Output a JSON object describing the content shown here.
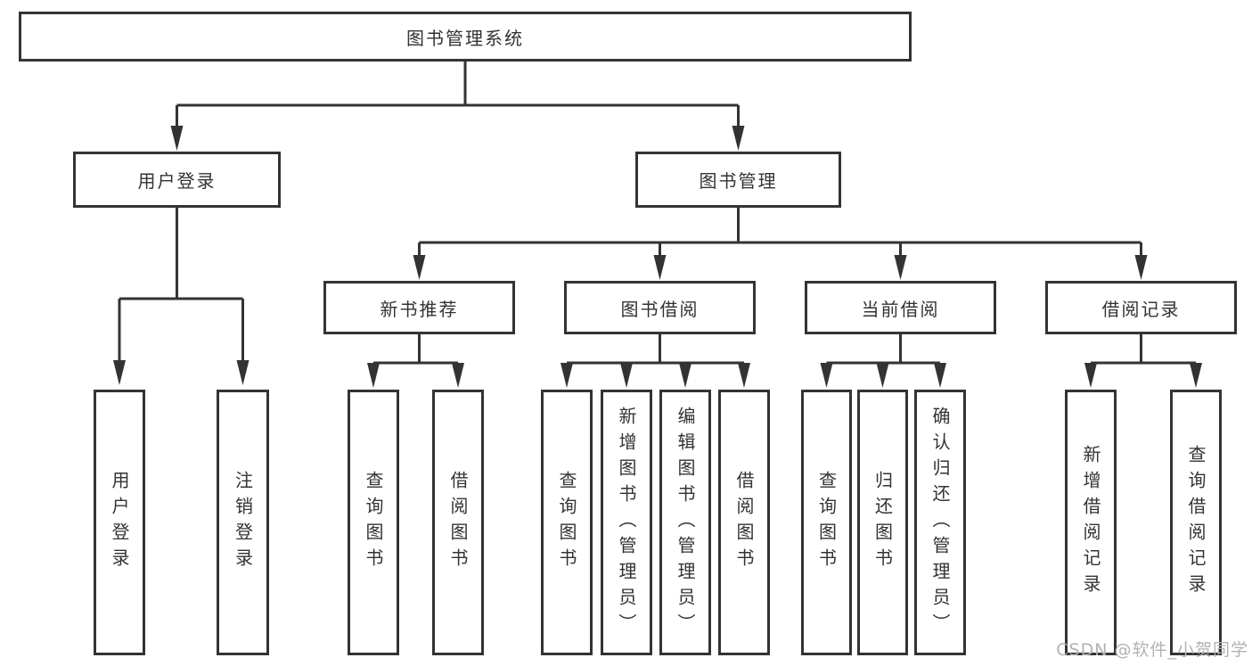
{
  "tree": {
    "label": "图书管理系统",
    "children": [
      {
        "label": "用户登录",
        "children": [
          {
            "label": "用户登录"
          },
          {
            "label": "注销登录"
          }
        ]
      },
      {
        "label": "图书管理",
        "children": [
          {
            "label": "新书推荐",
            "children": [
              {
                "label": "查询图书"
              },
              {
                "label": "借阅图书"
              }
            ]
          },
          {
            "label": "图书借阅",
            "children": [
              {
                "label": "查询图书"
              },
              {
                "label": "新增图书（管理员）"
              },
              {
                "label": "编辑图书（管理员）"
              },
              {
                "label": "借阅图书"
              }
            ]
          },
          {
            "label": "当前借阅",
            "children": [
              {
                "label": "查询图书"
              },
              {
                "label": "归还图书"
              },
              {
                "label": "确认归还（管理员）"
              }
            ]
          },
          {
            "label": "借阅记录",
            "children": [
              {
                "label": "新增借阅记录"
              },
              {
                "label": "查询借阅记录"
              }
            ]
          }
        ]
      }
    ]
  },
  "watermark": "CSDN @软件_小贺同学",
  "colors": {
    "line": "#333333",
    "text": "#333333",
    "watermark": "#b2b2b2",
    "bg": "#ffffff"
  }
}
